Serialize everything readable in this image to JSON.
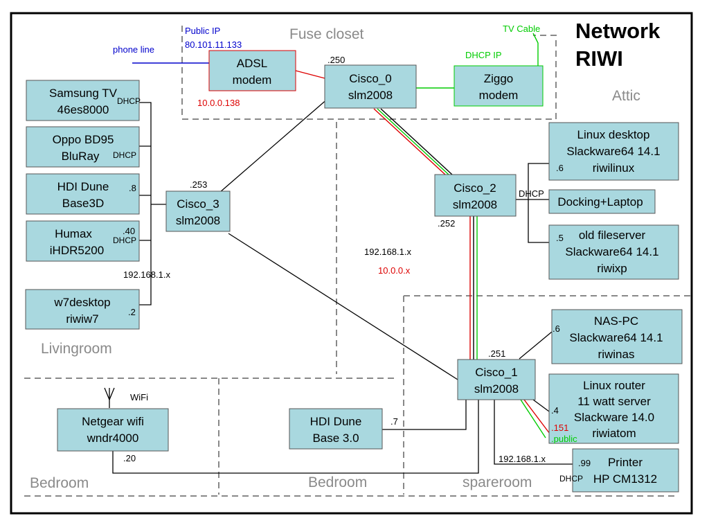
{
  "title_lines": [
    "Network",
    "RIWI"
  ],
  "rooms": {
    "fuse_closet": "Fuse closet",
    "attic": "Attic",
    "livingroom": "Livingroom",
    "bedroom_1": "Bedroom",
    "bedroom_2": "Bedroom",
    "spareroom": "spareroom"
  },
  "devices": {
    "adsl": [
      "ADSL",
      "modem"
    ],
    "cisco_0": [
      "Cisco_0",
      "slm2008"
    ],
    "ziggo": [
      "Ziggo",
      "modem"
    ],
    "samsung": [
      "Samsung TV",
      "46es8000"
    ],
    "oppo": [
      "Oppo BD95",
      "BluRay"
    ],
    "hdi_dune_3d": [
      "HDI Dune",
      "Base3D"
    ],
    "humax": [
      "Humax",
      "iHDR5200"
    ],
    "w7desktop": [
      "w7desktop",
      "riwiw7"
    ],
    "cisco_3": [
      "Cisco_3",
      "slm2008"
    ],
    "cisco_2": [
      "Cisco_2",
      "slm2008"
    ],
    "linux_desktop": [
      "Linux desktop",
      "Slackware64 14.1",
      "riwilinux"
    ],
    "docking": [
      "Docking+Laptop"
    ],
    "old_fileserver": [
      "old fileserver",
      "Slackware64 14.1",
      "riwixp"
    ],
    "nas": [
      "NAS-PC",
      "Slackware64 14.1",
      "riwinas"
    ],
    "cisco_1": [
      "Cisco_1",
      "slm2008"
    ],
    "linux_router": [
      "Linux router",
      "11 watt server",
      "Slackware 14.0",
      "riwiatom"
    ],
    "printer": [
      "Printer",
      "HP CM1312"
    ],
    "netgear": [
      "Netgear wifi",
      "wndr4000"
    ],
    "hdi_dune_30": [
      "HDI Dune",
      "Base 3.0"
    ]
  },
  "labels": {
    "public_ip": "Public IP",
    "public_ip_value": "80.101.11.133",
    "phone_line": "phone line",
    "adsl_lan_ip": "10.0.0.138",
    "tv_cable": "TV Cable",
    "dhcp_ip": "DHCP IP",
    "cisco0_ip": ".250",
    "cisco3_ip": ".253",
    "cisco2_ip": ".252",
    "cisco1_ip": ".251",
    "dhcp_samsung": "DHCP",
    "dhcp_oppo": "DHCP",
    "hdi3d_ip": ".8",
    "humax_ip": ".40",
    "dhcp_humax": "DHCP",
    "living_subnet": "192.168.1.x",
    "w7_ip": ".2",
    "center_subnet": "192.168.1.x",
    "center_subnet_red": "10.0.0.x",
    "dhcp_docking": "DHCP",
    "linux_desktop_ip": ".6",
    "fileserver_ip": ".5",
    "nas_ip": ".6",
    "router_ip": ".4",
    "router_red_ip": ".151",
    "router_public": ".public",
    "spare_subnet": "192.168.1.x",
    "printer_ip": ".99",
    "dhcp_printer": "DHCP",
    "hdi30_ip": ".7",
    "wifi": "WiFi",
    "netgear_ip": ".20"
  },
  "colors": {
    "ethernet": "#000000",
    "public_link": "#0000cc",
    "adsl_link": "#dd0000",
    "cable_link": "#00cc00",
    "device_fill": "#a9d8df",
    "room_border": "#888888"
  }
}
